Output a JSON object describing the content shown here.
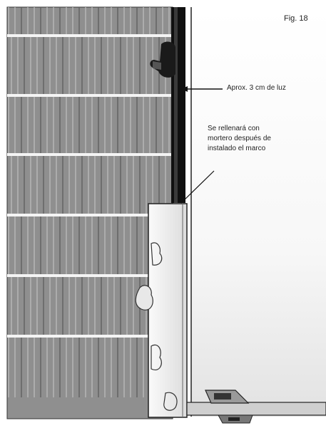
{
  "figure": {
    "label": "Fig. 18"
  },
  "annotations": {
    "gap": "Aprox. 3 cm de luz",
    "note": "Se rellenará con mortero después de instalado el marco"
  },
  "colors": {
    "brick": "#8f8f8f",
    "mortar": "#f4f4f4",
    "frame_profile": "#101010",
    "frame_fill": "#ececec",
    "outline": "#222222"
  }
}
